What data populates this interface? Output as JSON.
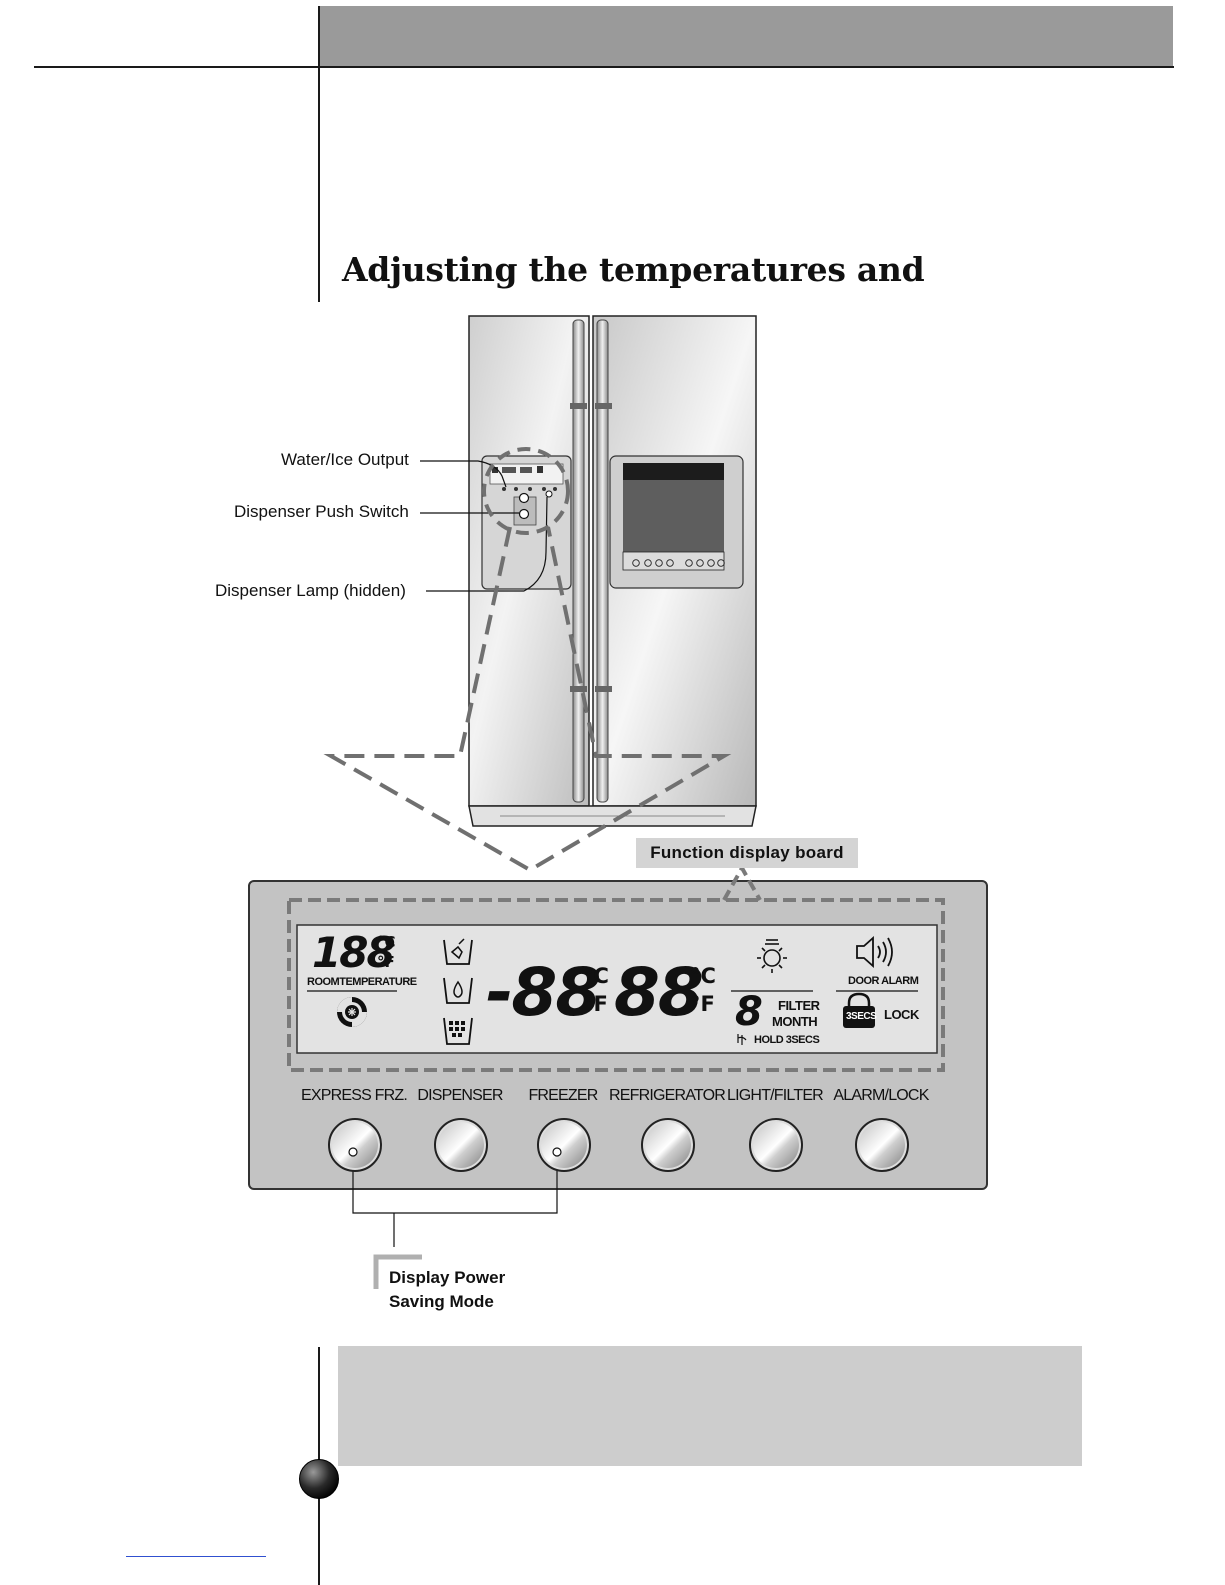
{
  "section": {
    "title": "Adjusting the temperatures and"
  },
  "callouts": {
    "water_ice_output": "Water/Ice Output",
    "dispenser_push_switch": "Dispenser Push Switch",
    "dispenser_lamp": "Dispenser Lamp (hidden)"
  },
  "function_display_board_label": "Function display board",
  "display": {
    "room_temp_digits": "188",
    "celsius": "°C",
    "fahrenheit": "°F",
    "room_temperature_label": "ROOMTEMPERATURE",
    "freezer_digits": "-88",
    "refrigerator_digits": "88",
    "filter_digit": "8",
    "filter_label": "FILTER",
    "month_label": "MONTH",
    "hold_label": "HOLD 3SECS",
    "door_alarm_label": "DOOR ALARM",
    "three_secs_badge": "3SECS",
    "lock_label": "LOCK"
  },
  "buttons": [
    {
      "label": "EXPRESS FRZ."
    },
    {
      "label": "DISPENSER"
    },
    {
      "label": "FREEZER"
    },
    {
      "label": "REFRIGERATOR"
    },
    {
      "label": "LIGHT/FILTER"
    },
    {
      "label": "ALARM/LOCK"
    }
  ],
  "power_saving": {
    "line1": "Display Power",
    "line2": "Saving Mode"
  },
  "icons": [
    "express-freeze-icon",
    "crushed-ice-icon",
    "water-icon",
    "cubed-ice-icon",
    "light-icon",
    "speaker-icon",
    "padlock-icon"
  ]
}
